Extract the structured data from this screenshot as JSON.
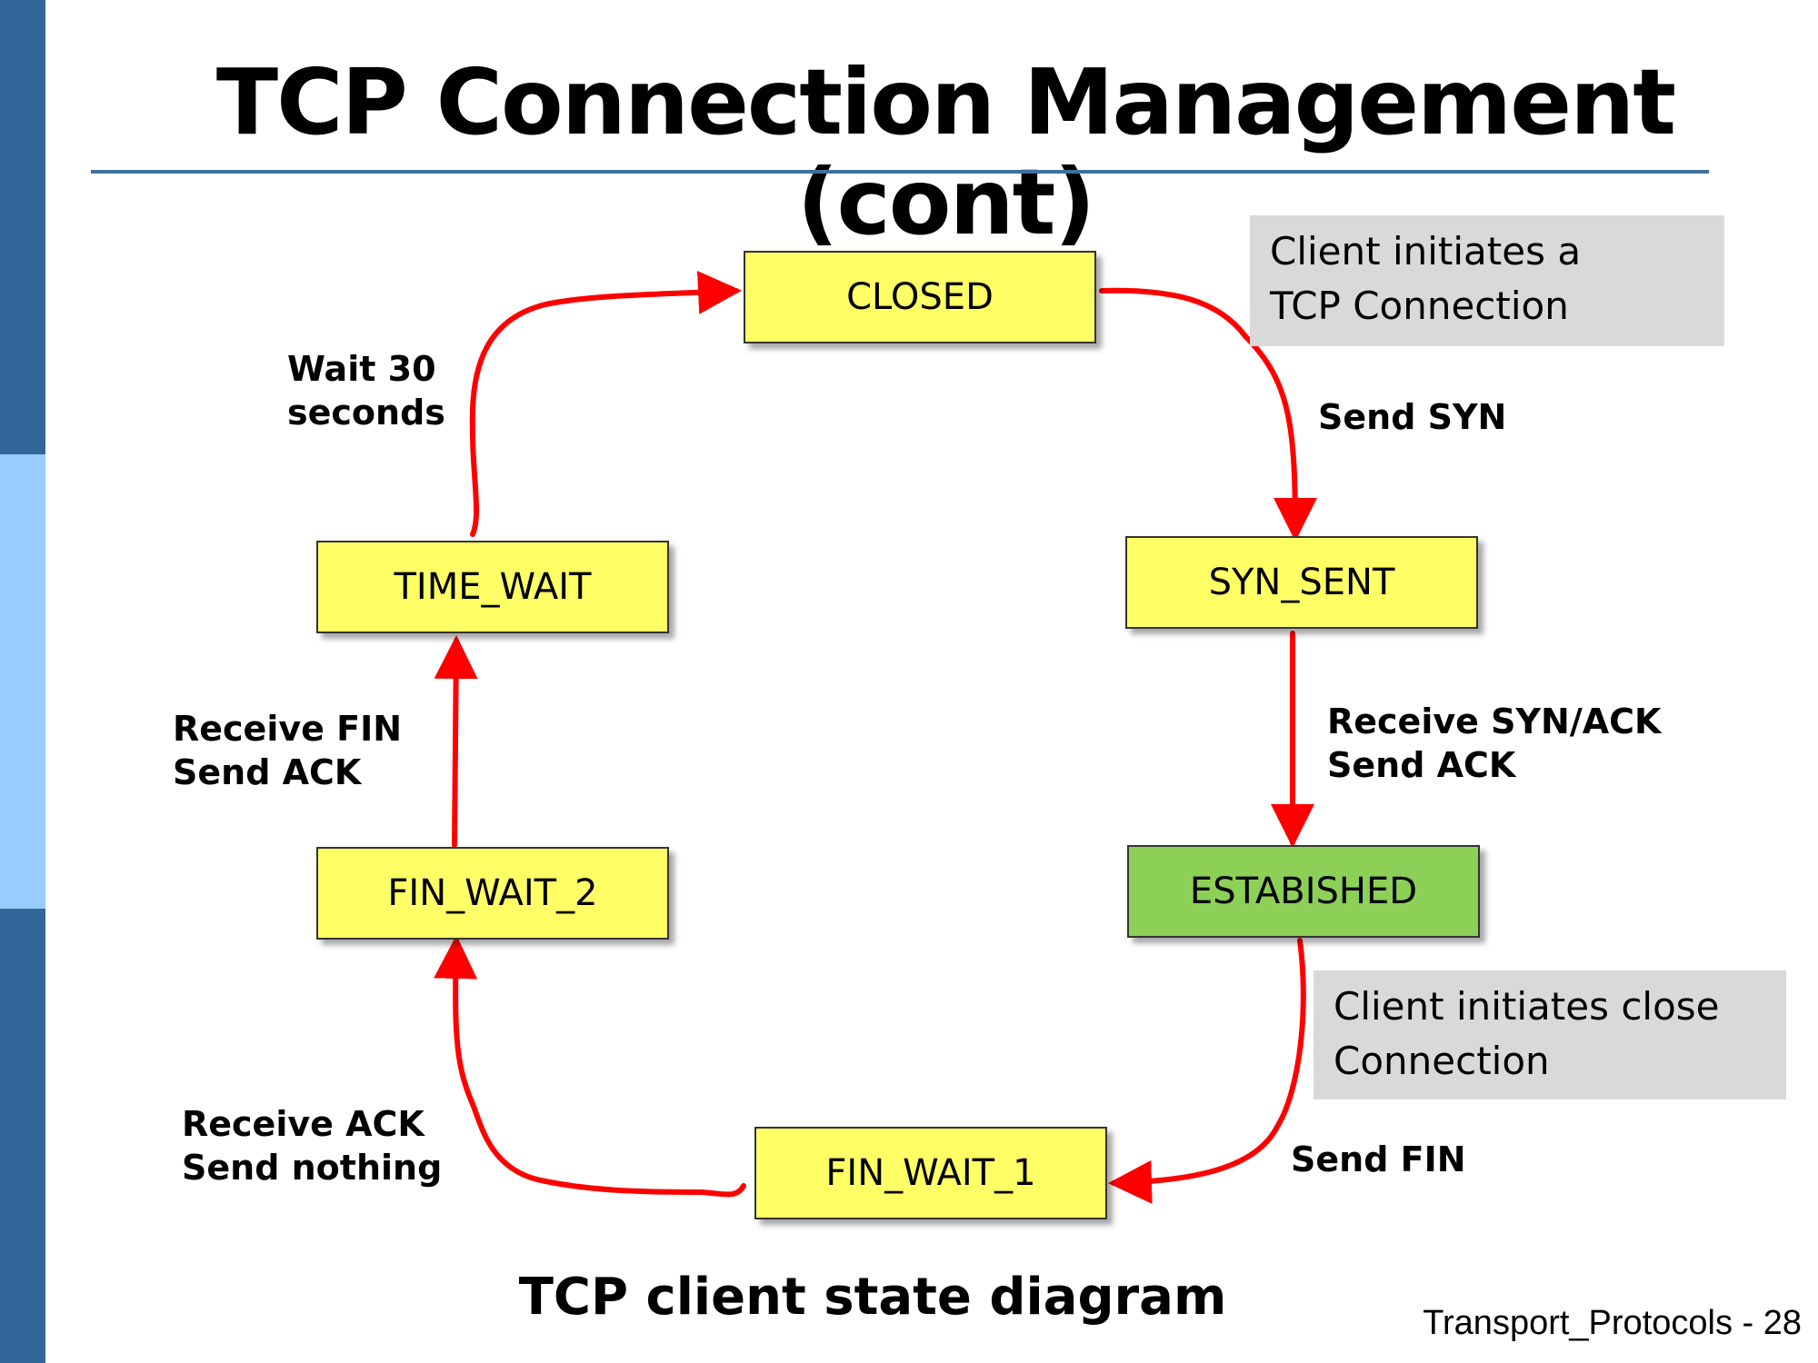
{
  "title": "TCP Connection Management (cont)",
  "states": {
    "closed": "CLOSED",
    "syn_sent": "SYN_SENT",
    "established": "ESTABISHED",
    "fin_wait_1": "FIN_WAIT_1",
    "fin_wait_2": "FIN_WAIT_2",
    "time_wait": "TIME_WAIT"
  },
  "notes": {
    "client_open": [
      "Client initiates a",
      "TCP Connection"
    ],
    "client_close": [
      "Client initiates close",
      "Connection"
    ]
  },
  "transitions": {
    "send_syn": [
      "Send SYN"
    ],
    "receive_synack": [
      "Receive SYN/ACK",
      "Send ACK"
    ],
    "send_fin": [
      "Send FIN"
    ],
    "receive_ack": [
      "Receive ACK",
      "Send nothing"
    ],
    "receive_fin": [
      "Receive FIN",
      "Send ACK"
    ],
    "wait": [
      "Wait 30",
      "seconds"
    ]
  },
  "caption": "TCP client state diagram",
  "footer": "Transport_Protocols - 28",
  "colors": {
    "state_fill": "#ffff66",
    "established_fill": "#8cd058",
    "arrow": "#ff0000",
    "title_rule": "#41709e",
    "sidebar_dark": "#336699",
    "sidebar_light": "#99ccff",
    "note_fill": "#d9d9d9"
  }
}
